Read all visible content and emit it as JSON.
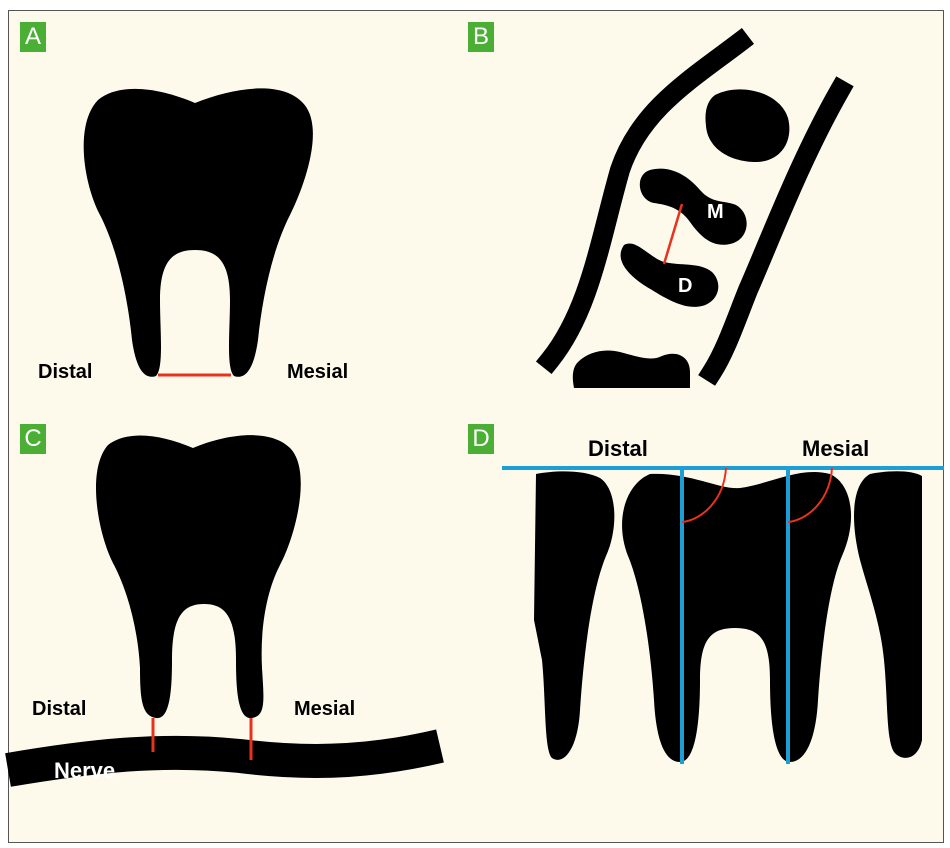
{
  "panels": {
    "a": {
      "tag": "A",
      "left_label": "Distal",
      "right_label": "Mesial"
    },
    "b": {
      "tag": "B",
      "root_m": "M",
      "root_d": "D"
    },
    "c": {
      "tag": "C",
      "left_label": "Distal",
      "right_label": "Mesial",
      "nerve": "Nerve"
    },
    "d": {
      "tag": "D",
      "left_label": "Distal",
      "right_label": "Mesial"
    }
  },
  "colors": {
    "background": "#fefaeb",
    "border": "#555555",
    "tooth": "#000000",
    "measure_line": "#e8321e",
    "reference_line": "#1d9fd6",
    "tag_bg": "#4caf35",
    "tag_text": "#ffffff"
  }
}
